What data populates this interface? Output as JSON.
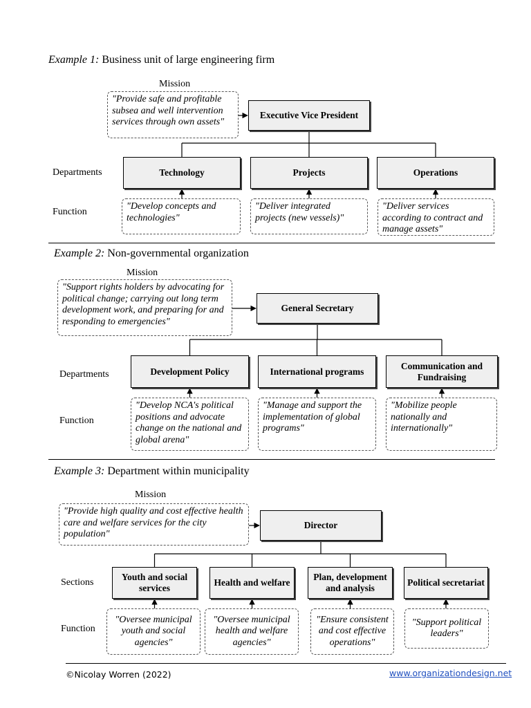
{
  "examples": [
    {
      "heading_prefix": "Example 1:",
      "heading_text": "Business unit of large engineering firm",
      "mission_label": "Mission",
      "mission_text": "\"Provide safe and profitable subsea and well intervention services through own assets\"",
      "top_box": "Executive Vice President",
      "row_label": "Departments",
      "function_label": "Function",
      "units": [
        {
          "name": "Technology",
          "function": "\"Develop concepts and technologies\""
        },
        {
          "name": "Projects",
          "function": "\"Deliver integrated projects (new vessels)\""
        },
        {
          "name": "Operations",
          "function": "\"Deliver services according to contract and manage assets\""
        }
      ]
    },
    {
      "heading_prefix": "Example 2:",
      "heading_text": "Non-governmental organization",
      "mission_label": "Mission",
      "mission_text": "\"Support rights holders by advocating for political change; carrying out long term development work, and preparing for and responding to emergencies\"",
      "top_box": "General Secretary",
      "row_label": "Departments",
      "function_label": "Function",
      "units": [
        {
          "name": "Development Policy",
          "function": "\"Develop NCA's political positions and advocate change on the national and global arena\""
        },
        {
          "name": "International programs",
          "function": "\"Manage and support the implementation of global programs\""
        },
        {
          "name": "Communication and Fundraising",
          "function": "\"Mobilize people nationally and internationally\""
        }
      ]
    },
    {
      "heading_prefix": "Example 3:",
      "heading_text": "Department within municipality",
      "mission_label": "Mission",
      "mission_text": "\"Provide high quality and cost effective health care and welfare services for the city population\"",
      "top_box": "Director",
      "row_label": "Sections",
      "function_label": "Function",
      "units": [
        {
          "name": "Youth and social services",
          "function": "\"Oversee municipal youth and social agencies\""
        },
        {
          "name": "Health and welfare",
          "function": "\"Oversee municipal health and welfare agencies\""
        },
        {
          "name": "Plan, development and analysis",
          "function": "\"Ensure consistent and cost effective operations\""
        },
        {
          "name": "Political secretariat",
          "function": "\"Support political leaders\""
        }
      ]
    }
  ],
  "footer": {
    "copyright": "©Nicolay Worren (2022)",
    "website": "www.organizationdesign.net"
  }
}
